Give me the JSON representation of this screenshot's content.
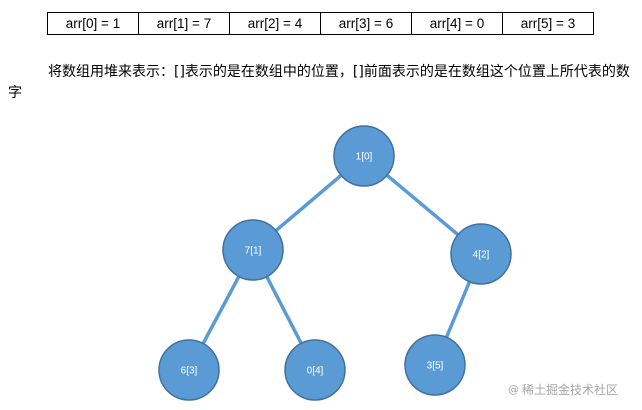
{
  "array_cells": [
    "arr[0] = 1",
    "arr[1] = 7",
    "arr[2] = 4",
    "arr[3] = 6",
    "arr[4] = 0",
    "arr[5] = 3"
  ],
  "description": "将数组用堆来表示：[]表示的是在数组中的位置，[]前面表示的是在数组这个位置上所代表的数字",
  "tree": {
    "nodes": [
      {
        "id": 0,
        "label": "1[0]"
      },
      {
        "id": 1,
        "label": "7[1]"
      },
      {
        "id": 2,
        "label": "4[2]"
      },
      {
        "id": 3,
        "label": "6[3]"
      },
      {
        "id": 4,
        "label": "0[4]"
      },
      {
        "id": 5,
        "label": "3[5]"
      }
    ],
    "edges": [
      [
        0,
        1
      ],
      [
        0,
        2
      ],
      [
        1,
        3
      ],
      [
        1,
        4
      ],
      [
        2,
        5
      ]
    ]
  },
  "colors": {
    "node_fill": "#5b9bd5",
    "node_stroke": "#41719c",
    "edge": "#5b9bd5"
  },
  "watermark": {
    "icon": "at-icon",
    "text": "稀土掘金技术社区"
  }
}
